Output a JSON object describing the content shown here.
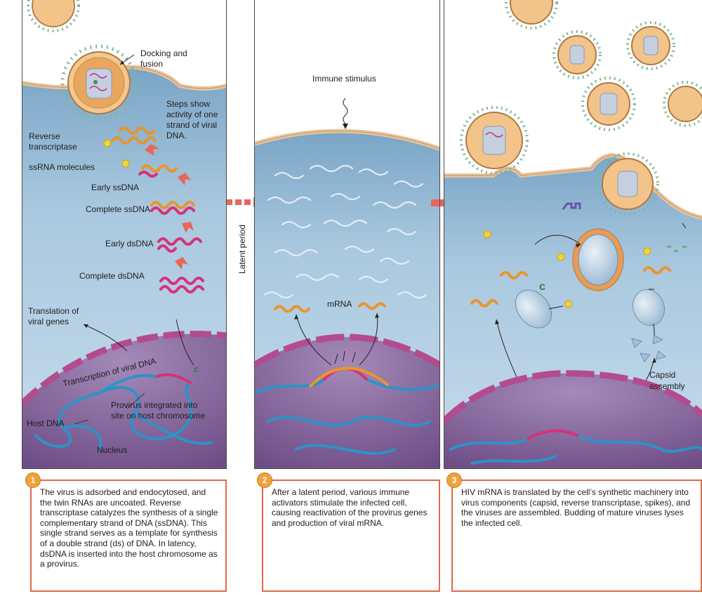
{
  "panel1": {
    "docking": "Docking and fusion",
    "steps_note": "Steps show activity of one strand of viral DNA.",
    "reverse_transcriptase": "Reverse transcriptase",
    "ssrna": "ssRNA molecules",
    "early_ssdna": "Early ssDNA",
    "complete_ssdna": "Complete ssDNA",
    "early_dsdna": "Early dsDNA",
    "complete_dsdna": "Complete dsDNA",
    "translation": "Translation of viral genes",
    "transcription": "Transcription of viral DNA",
    "provirus": "Provirus integrated into site on host chromosome",
    "host_dna": "Host DNA",
    "nucleus": "Nucleus"
  },
  "latent_label": "Latent period",
  "panel2": {
    "immune_stimulus": "Immune stimulus",
    "mrna": "mRNA"
  },
  "panel3": {
    "capsid_assembly": "Capsid assembly"
  },
  "steps": [
    {
      "number": "1",
      "text": "The virus is adsorbed and endocytosed, and the twin RNAs are uncoated. Reverse transcriptase catalyzes the synthesis of a single complementary strand of DNA (ssDNA). This single strand serves as a template for synthesis of a double strand (ds) of DNA. In latency, dsDNA is inserted into the host chromosome as a provirus."
    },
    {
      "number": "2",
      "text": "After a latent period, various immune activators stimulate the infected cell, causing reactivation of the provirus genes and production of viral mRNA."
    },
    {
      "number": "3",
      "text": "HIV mRNA is translated by the cell’s synthetic machinery into virus components (capsid, reverse transcriptase, spikes), and the viruses are assembled. Budding of mature viruses lyses the infected cell."
    }
  ]
}
